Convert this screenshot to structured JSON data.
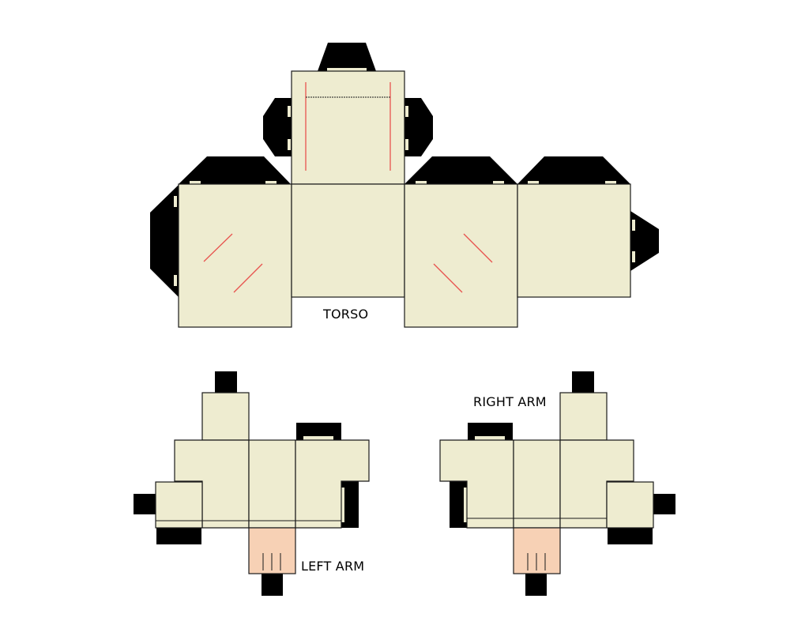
{
  "labels": {
    "torso": "TORSO",
    "left_arm": "LEFT ARM",
    "right_arm": "RIGHT ARM"
  },
  "colors": {
    "panel_fill": "#eeecd0",
    "tab_fill": "#000000",
    "outline": "#1a1a1a",
    "hand_fill": "#f7d1b5",
    "fold_line": "#e8544f",
    "text": "#000000"
  }
}
